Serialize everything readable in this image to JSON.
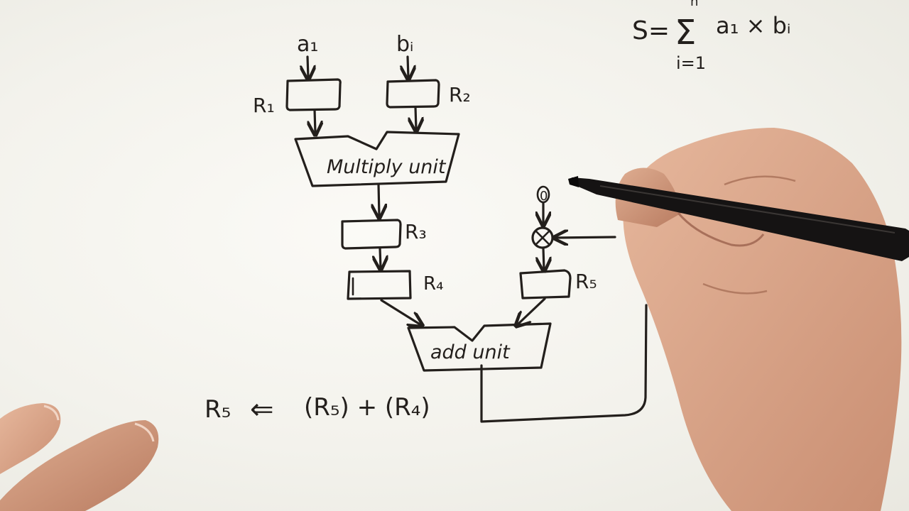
{
  "formula": {
    "lhs": "S=",
    "sigma": "Σ",
    "upper_limit": "n",
    "lower_limit": "i=1",
    "term": "a₁ × bᵢ"
  },
  "inputs": {
    "a": "a₁",
    "b": "bᵢ"
  },
  "registers": {
    "r1": "R₁",
    "r2": "R₂",
    "r3": "R₃",
    "r4": "R₄",
    "r5": "R₅"
  },
  "units": {
    "multiply": "Multiply unit",
    "add": "add unit"
  },
  "clear_input": "0",
  "equation": {
    "target": "R₅",
    "arrow": "⇐",
    "expression": "(R₅) + (R₄)"
  }
}
